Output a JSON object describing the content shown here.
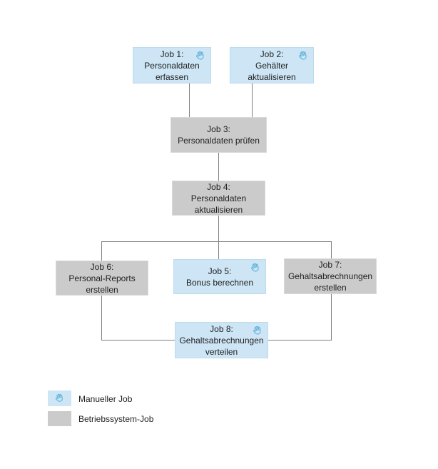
{
  "diagram": {
    "nodes": [
      {
        "id": "job1",
        "type": "manual",
        "label": "Job 1:\nPersonaldaten\nerfassen"
      },
      {
        "id": "job2",
        "type": "manual",
        "label": "Job 2:\nGehälter\naktualisieren"
      },
      {
        "id": "job3",
        "type": "system",
        "label": "Job 3:\nPersonaldaten prüfen"
      },
      {
        "id": "job4",
        "type": "system",
        "label": "Job 4:\nPersonaldaten\naktualisieren"
      },
      {
        "id": "job6",
        "type": "system",
        "label": "Job 6:\nPersonal-Reports\nerstellen"
      },
      {
        "id": "job5",
        "type": "manual",
        "label": "Job 5:\nBonus berechnen"
      },
      {
        "id": "job7",
        "type": "system",
        "label": "Job 7:\nGehaltsabrechnungen\nerstellen"
      },
      {
        "id": "job8",
        "type": "manual",
        "label": "Job 8:\nGehaltsabrechnungen\nverteilen"
      }
    ],
    "edges": [
      "job1->job3",
      "job2->job3",
      "job3->job4",
      "job4->job6",
      "job4->job5",
      "job4->job7",
      "job6->job8",
      "job7->job8"
    ]
  },
  "legend": {
    "items": [
      {
        "type": "manual",
        "label": "Manueller Job"
      },
      {
        "type": "system",
        "label": "Betriebssystem-Job"
      }
    ]
  },
  "icons": {
    "hand": "hand-icon (manual-step marker)"
  },
  "colors": {
    "manual_fill": "#cde5f4",
    "system_fill": "#cbcbcb",
    "connector": "#808080",
    "hand_icon": "#62b5dd",
    "text": "#1f1f1f"
  }
}
